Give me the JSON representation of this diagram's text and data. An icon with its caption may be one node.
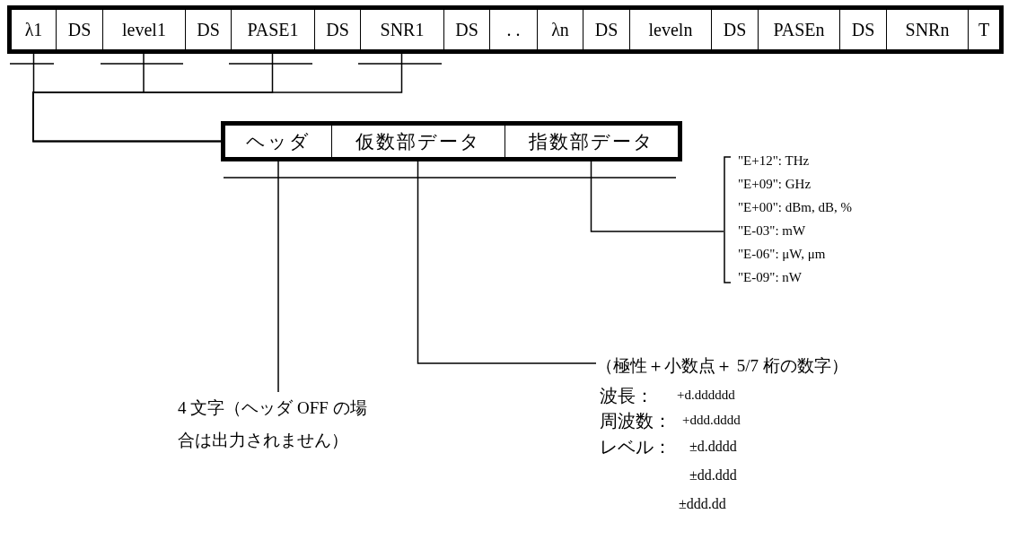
{
  "diagram": {
    "nodes": [
      {
        "text": [],
        "shape": "box"
      },
      {
        "text": [
          "λ1"
        ],
        "in": 0
      },
      {
        "text": [
          "DS"
        ],
        "in": 0
      },
      {
        "text": [
          "level1"
        ],
        "in": 0
      },
      {
        "text": [
          "DS"
        ],
        "in": 0
      },
      {
        "text": [
          "PASE1"
        ],
        "in": 0
      },
      {
        "text": [
          "DS"
        ],
        "in": 0
      },
      {
        "text": [
          "SNR1"
        ],
        "in": 0
      },
      {
        "text": [
          "DS"
        ],
        "in": 0
      },
      {
        "text": [
          ". ."
        ],
        "in": 0
      },
      {
        "text": [
          "λn"
        ],
        "in": 0
      },
      {
        "text": [
          "DS"
        ],
        "in": 0
      },
      {
        "text": [
          "leveln"
        ],
        "in": 0
      },
      {
        "text": [
          "DS"
        ],
        "in": 0
      },
      {
        "text": [
          "PASEn"
        ],
        "in": 0
      },
      {
        "text": [
          "DS"
        ],
        "in": 0
      },
      {
        "text": [
          "SNRn"
        ],
        "in": 0
      },
      {
        "text": [
          "T"
        ],
        "in": 0
      },
      {
        "text": [],
        "shape": "box"
      },
      {
        "text": [
          "ヘッダ"
        ],
        "in": 18
      },
      {
        "text": [
          "仮数部データ"
        ],
        "in": 18
      },
      {
        "text": [
          "指数部データ"
        ],
        "in": 18
      },
      {
        "text": [
          "\"E+12\": THz",
          "\"E+09\": GHz",
          "\"E+00\": dBm, dB, %",
          "\"E-03\":  mW",
          "\"E-06\": μW, μm",
          "\"E-09\":  nW"
        ]
      },
      {
        "text": [
          "（極性＋小数点＋ 5/7 桁の数字）"
        ]
      },
      {
        "text": [
          "4 文字（ヘッダ OFF の場合は出力されません）"
        ]
      }
    ],
    "edges": [
      {
        "from": 1,
        "to": 18,
        "arrow": "none"
      },
      {
        "from": 3,
        "to": 18,
        "arrow": "none"
      },
      {
        "from": 5,
        "to": 18,
        "arrow": "none"
      },
      {
        "from": 7,
        "to": 18,
        "arrow": "none"
      },
      {
        "from": 21,
        "to": 22,
        "arrow": "none"
      },
      {
        "from": 20,
        "to": 23,
        "arrow": "none"
      },
      {
        "from": 19,
        "to": 24,
        "arrow": "none"
      }
    ],
    "labels": [
      "波長：",
      "+d.dddddd",
      "周波数：",
      "+ddd.dddd",
      "レベル：",
      "±d.dddd",
      "±dd.ddd",
      "±ddd.dd"
    ]
  }
}
